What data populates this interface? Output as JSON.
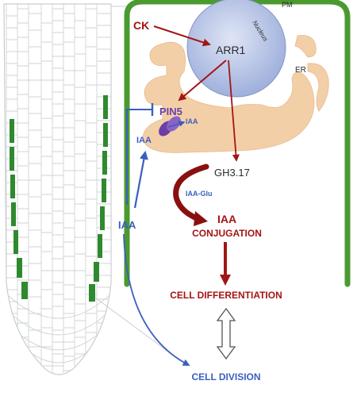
{
  "labels": {
    "pm": "PM",
    "ck": "CK",
    "nucleus": "Nucleus",
    "arr1": "ARR1",
    "er": "ER",
    "pin5": "PIN5",
    "iaa_transport": "IAA",
    "iaa_cytoplasm": "IAA",
    "iaa_loop": "IAA",
    "gh3": "GH3.17",
    "iaa_glu": "IAA-Glu",
    "iaa_conjugation_1": "IAA",
    "iaa_conjugation_2": "CONJUGATION",
    "cell_differentiation": "CELL DIFFERENTIATION",
    "cell_division": "CELL DIVISION"
  },
  "colors": {
    "cell_wall": "#4a9a2f",
    "er": "#f3cfa8",
    "nucleus": "#b9c4e3",
    "activation_red": "#a31515",
    "auxin_blue": "#3a5fc0",
    "pin_protein": "#6b3fa5",
    "root_highlight": "#2f8a2f",
    "text_dark": "#2b2b2b"
  }
}
